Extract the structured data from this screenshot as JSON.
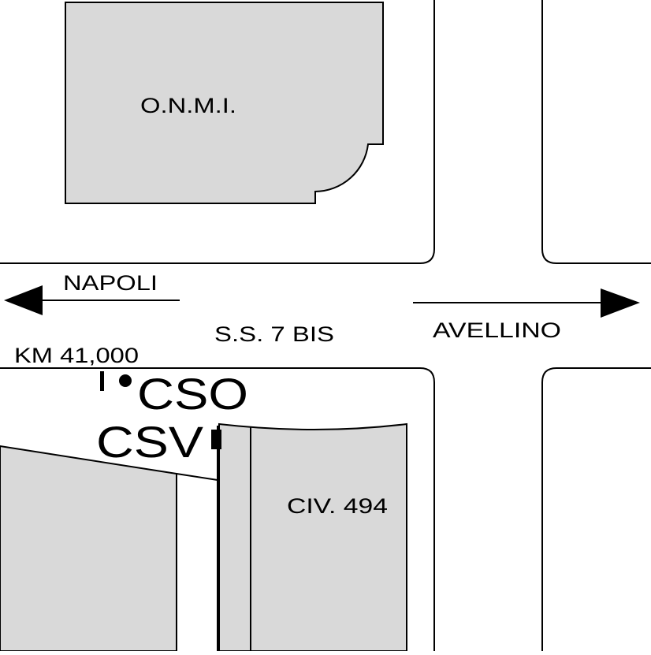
{
  "map": {
    "buildings": {
      "onmi": "O.N.M.I.",
      "civ494": "CIV. 494"
    },
    "directions": {
      "west": "NAPOLI",
      "east": "AVELLINO"
    },
    "road": {
      "name": "S.S. 7 BIS",
      "kilometer": "KM 41,000"
    },
    "markers": {
      "cso": "CSO",
      "csv": "CSV"
    },
    "colors": {
      "building_fill": "#d9d9d9",
      "line": "#000000",
      "background": "#ffffff"
    }
  }
}
